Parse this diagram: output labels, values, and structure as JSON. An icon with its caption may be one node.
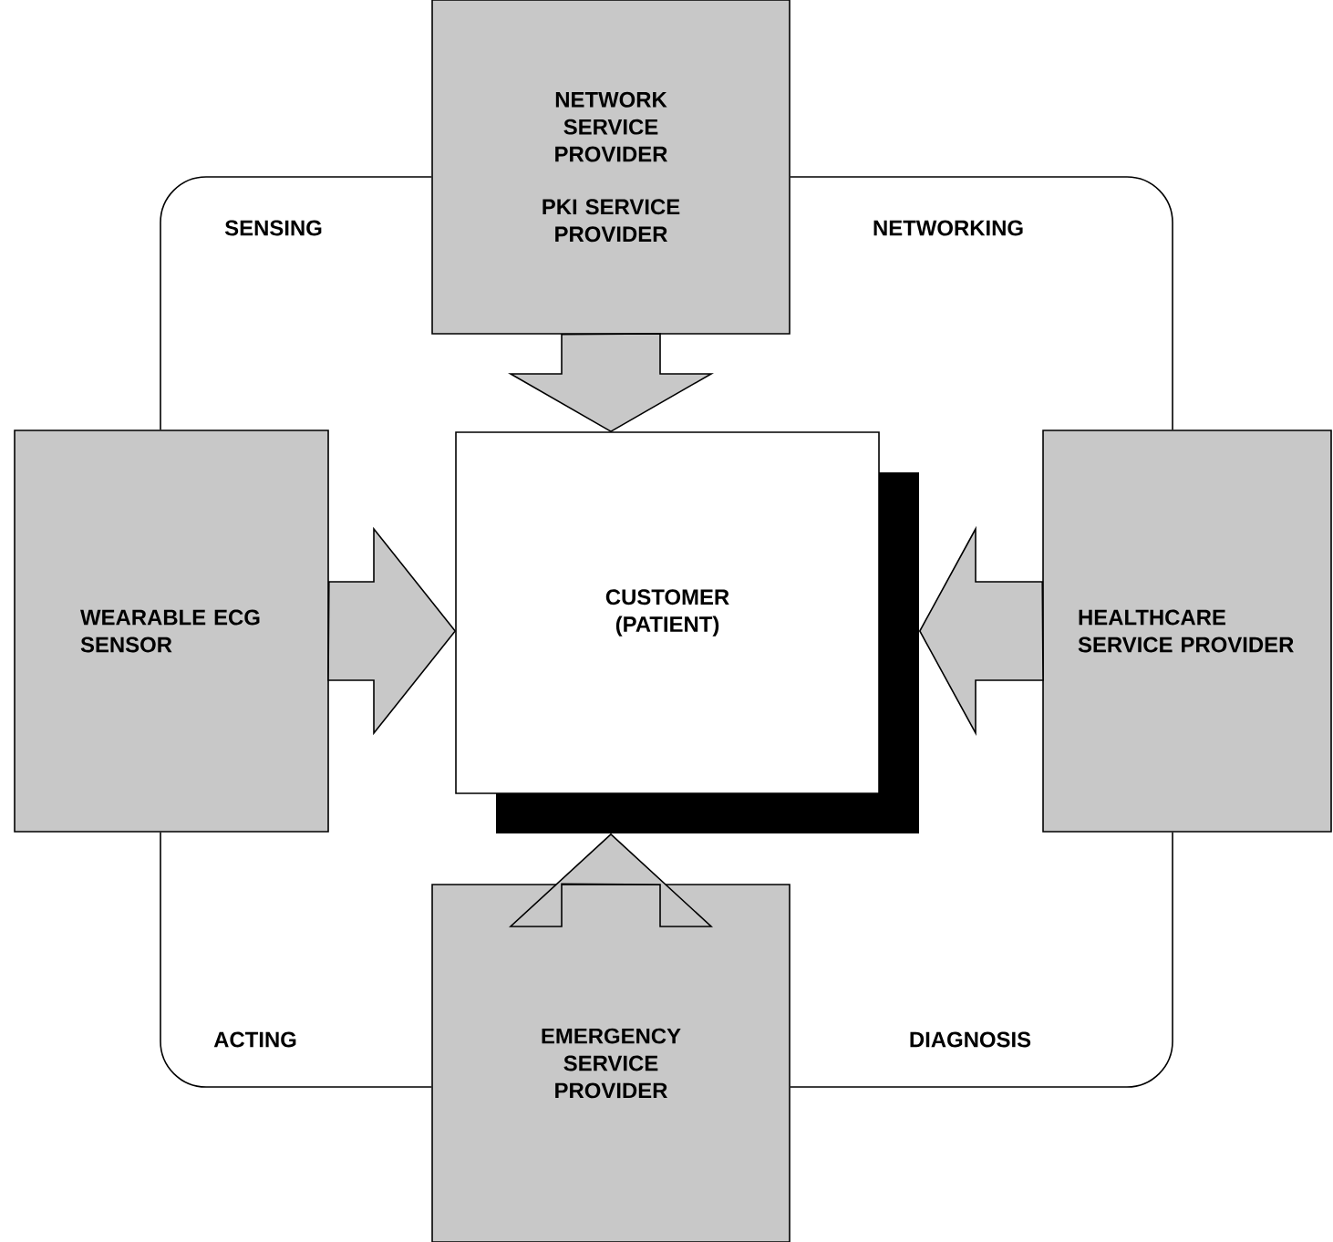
{
  "diagram": {
    "nodes": [
      {
        "text": [
          "NETWORK SERVICE PROVIDER",
          "PKI SERVICE PROVIDER"
        ]
      },
      {
        "text": [
          "WEARABLE ECG SENSOR"
        ]
      },
      {
        "text": [
          "CUSTOMER (PATIENT)"
        ]
      },
      {
        "text": [
          "HEALTHCARE SERVICE PROVIDER"
        ]
      },
      {
        "text": [
          "EMERGENCY SERVICE PROVIDER"
        ]
      }
    ],
    "edges": [
      {
        "from": 0,
        "to": 2,
        "arrow": "to"
      },
      {
        "from": 1,
        "to": 2,
        "arrow": "to"
      },
      {
        "from": 3,
        "to": 2,
        "arrow": "to"
      },
      {
        "from": 4,
        "to": 2,
        "arrow": "to"
      },
      {
        "from": 1,
        "to": 0,
        "arrow": "none",
        "label": "SENSING"
      },
      {
        "from": 0,
        "to": 3,
        "arrow": "none",
        "label": "NETWORKING"
      },
      {
        "from": 3,
        "to": 4,
        "arrow": "none",
        "label": "DIAGNOSIS"
      },
      {
        "from": 4,
        "to": 1,
        "arrow": "none",
        "label": "ACTING"
      }
    ]
  }
}
